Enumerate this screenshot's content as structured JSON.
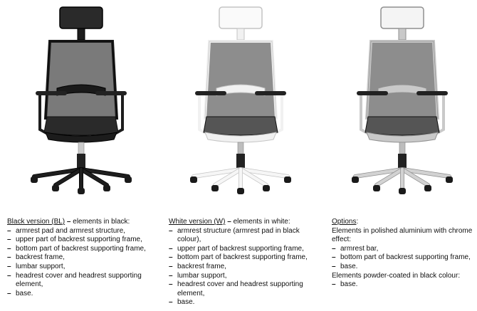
{
  "colors": {
    "black_frame": "#1c1c1c",
    "white_frame": "#f1f1f1",
    "chrome_frame": "#c9c9c9",
    "mesh": "#8a8a8a",
    "seat": "#555555"
  },
  "chairs": [
    {
      "variant": "black",
      "icon": "office-chair-black-image"
    },
    {
      "variant": "white",
      "icon": "office-chair-white-image"
    },
    {
      "variant": "chrome",
      "icon": "office-chair-chrome-image"
    }
  ],
  "black": {
    "title": "Black version (BL)",
    "dash": " – ",
    "title_rest": "elements in black:",
    "items": [
      "armrest pad and armrest structure,",
      "upper part of backrest supporting frame,",
      "bottom part of backrest supporting frame,",
      "backrest frame,",
      "lumbar support,",
      "headrest cover and headrest supporting element,",
      "base."
    ]
  },
  "white": {
    "title": "White version (W)",
    "dash": " – ",
    "title_rest": "elements in white:",
    "items": [
      "armrest structure (armrest pad in black colour),",
      "upper part of backrest supporting frame,",
      "bottom part of backrest supporting frame,",
      "backrest frame,",
      "lumbar support,",
      "headrest cover and headrest supporting element,",
      "base."
    ]
  },
  "options": {
    "title": "Options",
    "colon": ":",
    "polished_intro": "Elements in polished aluminium with chrome effect:",
    "polished_items": [
      "armrest bar,",
      "bottom part of backrest supporting frame,",
      "base."
    ],
    "coated_intro": "Elements powder-coated in black colour:",
    "coated_items": [
      "base."
    ]
  }
}
